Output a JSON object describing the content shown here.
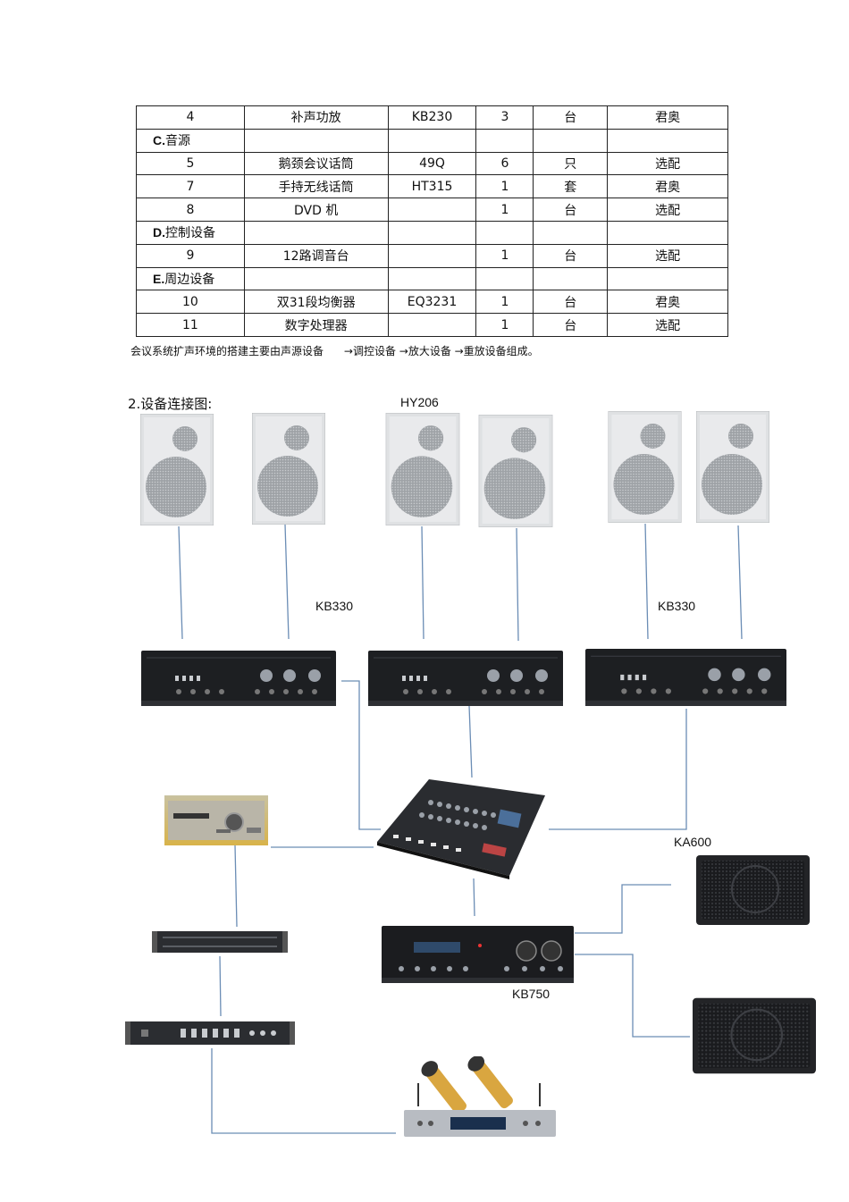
{
  "table": {
    "rows": [
      {
        "kind": "item",
        "no": "4",
        "name": "补声功放",
        "model": "KB230",
        "qty": "3",
        "unit": "台",
        "brand": "君奥"
      },
      {
        "kind": "section",
        "letter": "C.",
        "label": "音源"
      },
      {
        "kind": "item",
        "no": "5",
        "name": "鹅颈会议话筒",
        "model": "49Q",
        "qty": "6",
        "unit": "只",
        "brand": "选配"
      },
      {
        "kind": "item",
        "no": "7",
        "name": "手持无线话筒",
        "model": "HT315",
        "qty": "1",
        "unit": "套",
        "brand": "君奥"
      },
      {
        "kind": "item",
        "no": "8",
        "name": "DVD  机",
        "model": "",
        "qty": "1",
        "unit": "台",
        "brand": "选配"
      },
      {
        "kind": "section",
        "letter": "D.",
        "label": "控制设备"
      },
      {
        "kind": "item",
        "no": "9",
        "name": "12路调音台",
        "model": "",
        "qty": "1",
        "unit": "台",
        "brand": "选配"
      },
      {
        "kind": "section",
        "letter": "E.",
        "label": "周边设备"
      },
      {
        "kind": "item",
        "no": "10",
        "name": "双31段均衡器",
        "model": "EQ3231",
        "qty": "1",
        "unit": "台",
        "brand": "君奥"
      },
      {
        "kind": "item",
        "no": "11",
        "name": "数字处理器",
        "model": "",
        "qty": "1",
        "unit": "台",
        "brand": "选配"
      }
    ]
  },
  "caption": "会议系统扩声环境的搭建主要由声源设备      →调控设备 →放大设备 →重放设备组成。",
  "diagram": {
    "title": "2.设备连接图:",
    "labels": {
      "hy206": "HY206",
      "kb330_left": "KB330",
      "kb330_right": "KB330",
      "ka600": "KA600",
      "kb750": "KB750"
    }
  },
  "colors": {
    "wire": "#6b8db5",
    "speaker_body": "#dfe1e3",
    "amp_body": "#1d1f22",
    "ka600_body": "#232427"
  }
}
